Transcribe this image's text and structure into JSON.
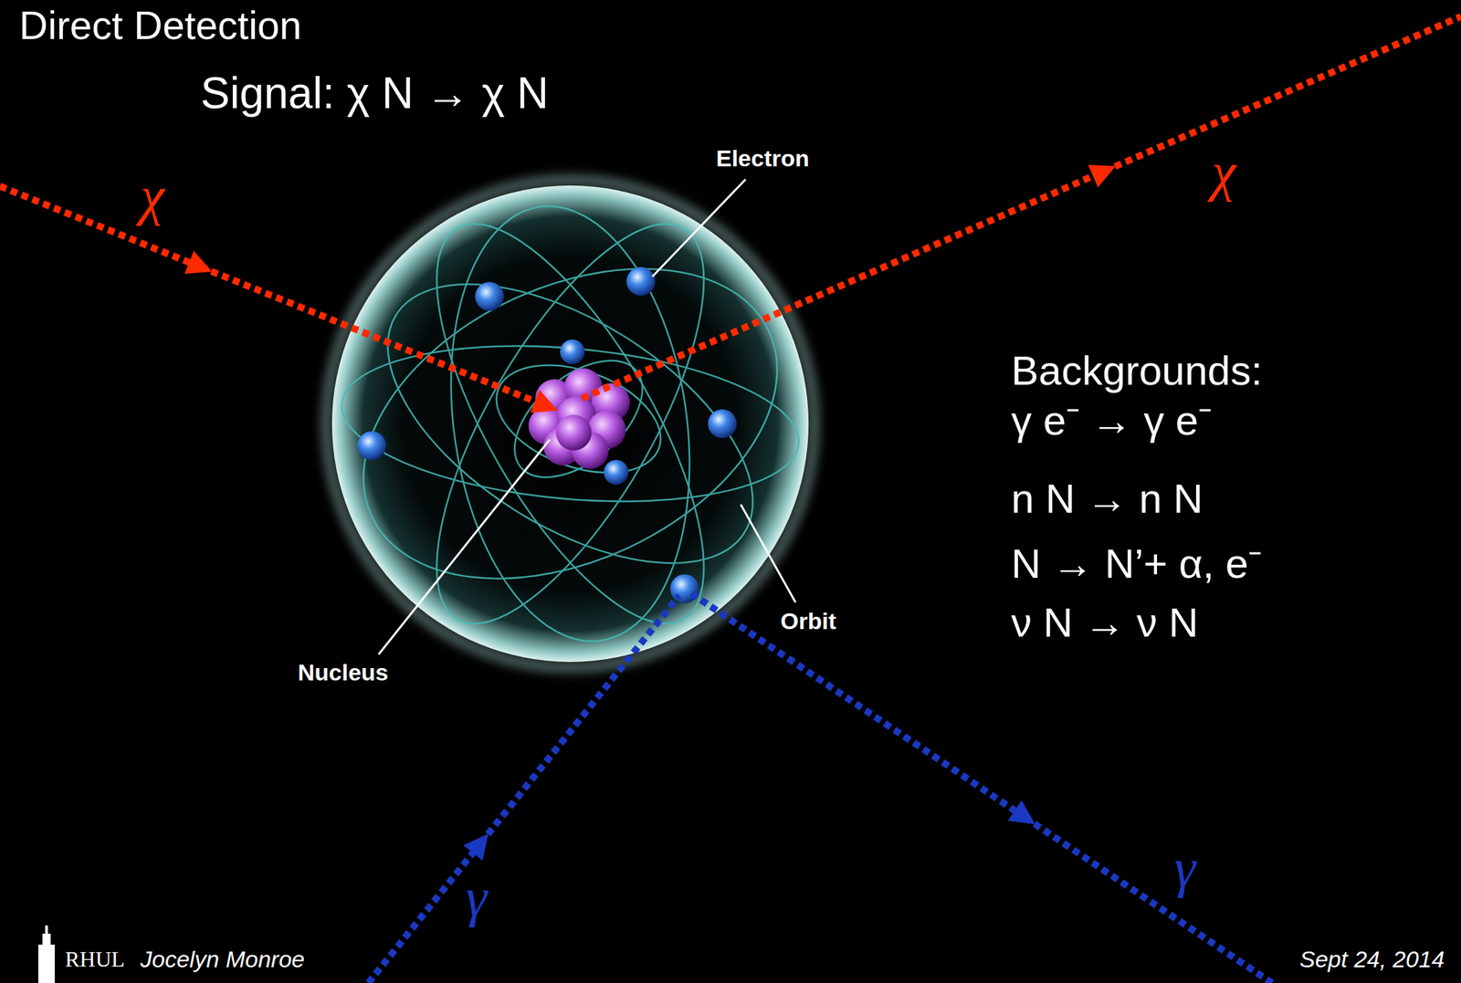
{
  "diagram": {
    "title": "Direct Detection",
    "labels": [
      "Signal: χ N → χ N",
      "χ",
      "Electron",
      "χ",
      "Backgrounds:",
      "γ e⁻ → γ e⁻",
      "n N → n N",
      "N → N’+ α, e⁻",
      "ν N → ν N",
      "Orbit",
      "Nucleus",
      "γ",
      "γ",
      "RHUL",
      "Jocelyn Monroe",
      "Sept 24, 2014"
    ]
  }
}
